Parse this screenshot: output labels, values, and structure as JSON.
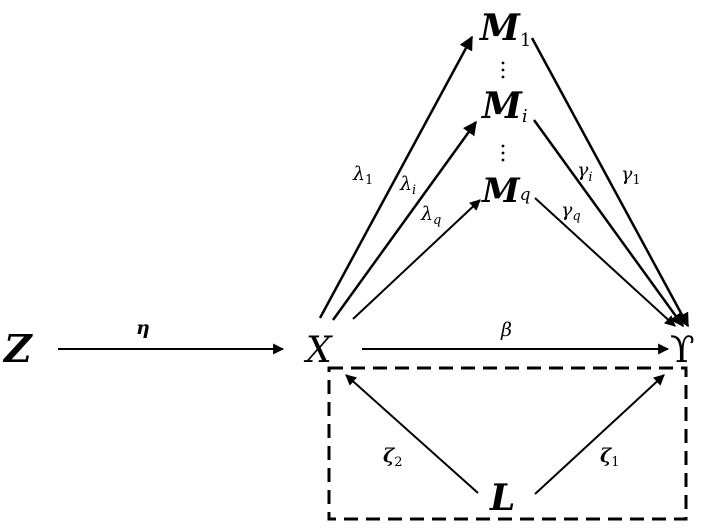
{
  "nodes": {
    "Z": "Z",
    "X": "X",
    "Y": "ϒ",
    "L": "L",
    "M1": {
      "base": "M",
      "sub": "1"
    },
    "Mi": {
      "base": "M",
      "sub": "i"
    },
    "Mq": {
      "base": "M",
      "sub": "q"
    }
  },
  "edges": {
    "eta": "η",
    "beta": "β",
    "lambda1": {
      "base": "λ",
      "sub": "1"
    },
    "lambdai": {
      "base": "λ",
      "sub": "i"
    },
    "lambdaq": {
      "base": "λ",
      "sub": "q"
    },
    "gamma1": {
      "base": "γ",
      "sub": "1"
    },
    "gammai": {
      "base": "γ",
      "sub": "i"
    },
    "gammaq": {
      "base": "γ",
      "sub": "q"
    },
    "zeta1": {
      "base": "ζ",
      "sub": "1"
    },
    "zeta2": {
      "base": "ζ",
      "sub": "2"
    }
  },
  "colors": {
    "ink": "#000000",
    "background": "#ffffff"
  },
  "ellipsis_between_mediators": true,
  "dashed_box_around_confounder": true
}
